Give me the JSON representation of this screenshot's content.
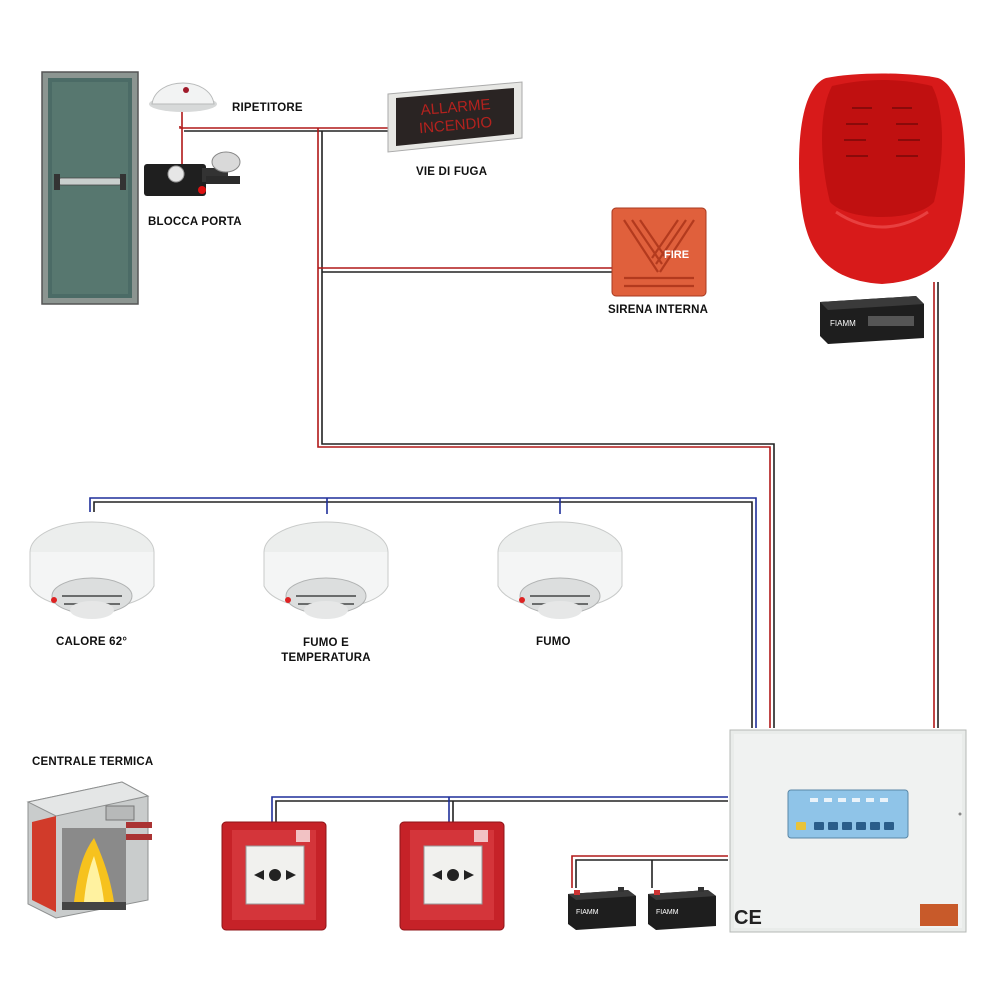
{
  "labels": {
    "repeater": "RIPETITORE",
    "door_holder": "BLOCCA PORTA",
    "escape_routes": "VIE DI FUGA",
    "internal_siren": "SIRENA INTERNA",
    "heat_detector": "CALORE 62°",
    "smoke_heat_detector": "FUMO E\nTEMPERATURA",
    "smoke_detector": "FUMO",
    "boiler_room": "CENTRALE TERMICA"
  },
  "device_text": {
    "exit_sign_line1": "ALLARME",
    "exit_sign_line2": "INCENDIO",
    "siren_text": "FIRE",
    "battery_brand": "FIAMM",
    "ce_mark": "CE"
  },
  "colors": {
    "wire_red": "#b01818",
    "wire_blue": "#1f2f9a",
    "wire_black": "#222222",
    "panel_grey": "#e9ecea",
    "panel_display": "#8fc4e8",
    "call_point_red": "#c62228",
    "siren_red": "#d81a1a",
    "door_green": "#4b6b66"
  }
}
